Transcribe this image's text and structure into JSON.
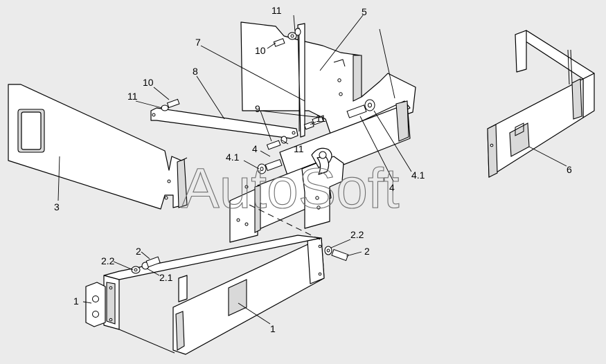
{
  "watermark": "AutoSoft",
  "callouts": {
    "c1a": "1",
    "c1b": "1",
    "c2a": "2",
    "c2b": "2",
    "c21": "2.1",
    "c22a": "2.2",
    "c22b": "2.2",
    "c3": "3",
    "c4a": "4",
    "c4b": "4",
    "c41a": "4.1",
    "c41b": "4.1",
    "c5": "5",
    "c6": "6",
    "c7": "7",
    "c8": "8",
    "c9": "9",
    "c10a": "10",
    "c10b": "10",
    "c11a": "11",
    "c11b": "11",
    "c11c": "11",
    "c11d": "11"
  }
}
